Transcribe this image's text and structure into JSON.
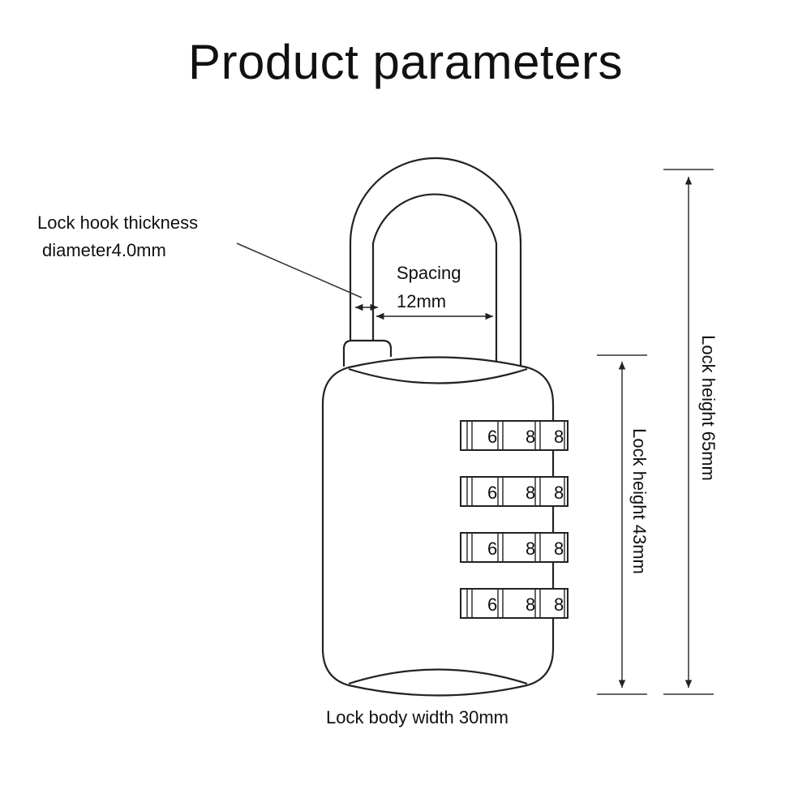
{
  "title": "Product parameters",
  "annotations": {
    "hook_thickness_line1": "Lock hook thickness",
    "hook_thickness_line2": "diameter4.0mm",
    "spacing_line1": "Spacing",
    "spacing_line2": "12mm",
    "body_width": "Lock body width 30mm",
    "height_total": "Lock height 65mm",
    "height_body": "Lock height 43mm"
  },
  "dials": [
    {
      "digits": [
        "6",
        "8",
        "8"
      ]
    },
    {
      "digits": [
        "6",
        "8",
        "8"
      ]
    },
    {
      "digits": [
        "6",
        "8",
        "8"
      ]
    },
    {
      "digits": [
        "6",
        "8",
        "8"
      ]
    }
  ]
}
